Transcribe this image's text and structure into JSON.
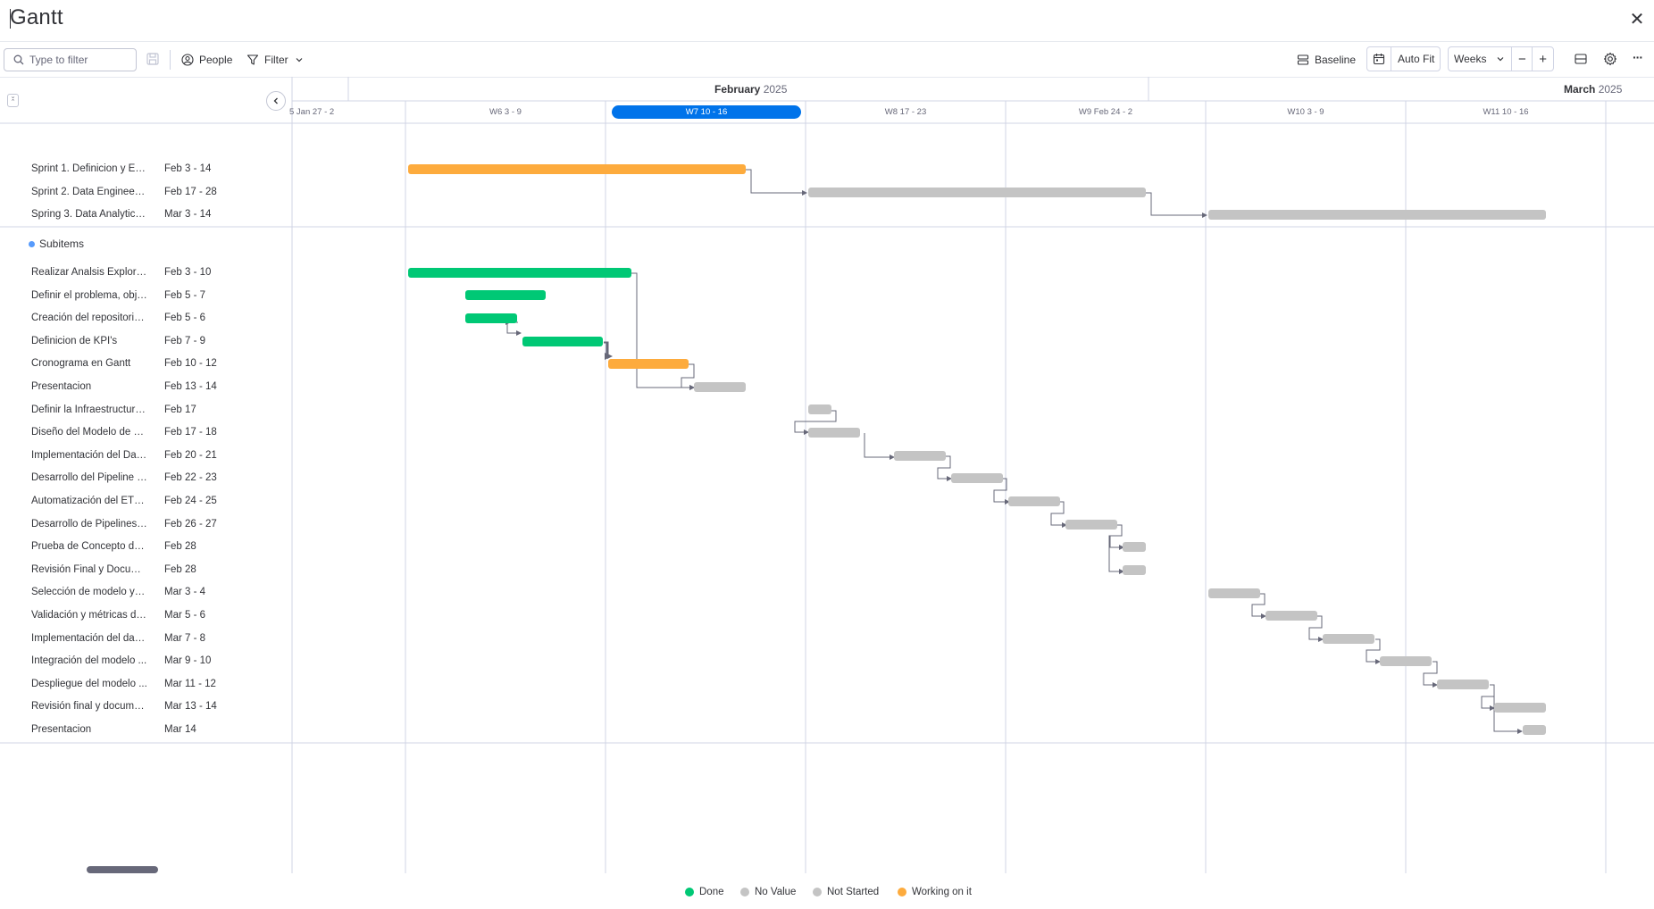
{
  "header": {
    "title": "Gantt",
    "close_label": "✕"
  },
  "toolbar": {
    "filter_placeholder": "Type to filter",
    "people_label": "People",
    "filter_label": "Filter",
    "baseline_label": "Baseline",
    "autofit_label": "Auto Fit",
    "scale_value": "Weeks",
    "zoom_out": "−",
    "zoom_in": "+",
    "more_label": "···"
  },
  "timeline": {
    "months": [
      {
        "name": "February",
        "year": "2025"
      },
      {
        "name": "March",
        "year": "2025"
      }
    ],
    "weeks": [
      "5 Jan 27 - 2",
      "W6 3 - 9",
      "W7 10 - 16",
      "W8 17 - 23",
      "W9 Feb 24 - 2",
      "W10 3 - 9",
      "W11 10 - 16"
    ],
    "current_week_index": 2
  },
  "groups": [
    {
      "items": [
        {
          "name": "Sprint 1. Definicion y Ex...",
          "date": "Feb 3 - 14",
          "status": "Working on it"
        },
        {
          "name": "Sprint 2. Data Engineeri...",
          "date": "Feb 17 - 28",
          "status": "Not Started"
        },
        {
          "name": "Spring 3. Data Analytics ...",
          "date": "Mar 3 - 14",
          "status": "Not Started"
        }
      ]
    },
    {
      "title": "Subitems",
      "items": [
        {
          "name": "Realizar Analsis Explorat...",
          "date": "Feb 3 - 10",
          "status": "Done"
        },
        {
          "name": "Definir el problema, obje...",
          "date": "Feb 5 - 7",
          "status": "Done"
        },
        {
          "name": "Creación del repositorio...",
          "date": "Feb 5 - 6",
          "status": "Done"
        },
        {
          "name": "Definicion de KPI's",
          "date": "Feb 7 - 9",
          "status": "Done"
        },
        {
          "name": "Cronograma en Gantt",
          "date": "Feb 10 - 12",
          "status": "Working on it"
        },
        {
          "name": "Presentacion",
          "date": "Feb 13 - 14",
          "status": "Not Started"
        },
        {
          "name": "Definir la Infraestructura...",
          "date": "Feb 17",
          "status": "Not Started"
        },
        {
          "name": "Diseño del Modelo de D...",
          "date": "Feb 17 - 18",
          "status": "Not Started"
        },
        {
          "name": "Implementación del Dat...",
          "date": "Feb 20 - 21",
          "status": "Not Started"
        },
        {
          "name": "Desarrollo del Pipeline E...",
          "date": "Feb 22 - 23",
          "status": "Not Started"
        },
        {
          "name": "Automatización del ETL ...",
          "date": "Feb 24 - 25",
          "status": "Not Started"
        },
        {
          "name": "Desarrollo de Pipelines p...",
          "date": "Feb 26 - 27",
          "status": "Not Started"
        },
        {
          "name": "Prueba de Concepto del...",
          "date": "Feb 28",
          "status": "Not Started"
        },
        {
          "name": "Revisión Final y Docume...",
          "date": "Feb 28",
          "status": "Not Started"
        },
        {
          "name": "Selección de modelo y f...",
          "date": "Mar 3 - 4",
          "status": "Not Started"
        },
        {
          "name": "Validación y métricas de...",
          "date": "Mar 5 - 6",
          "status": "Not Started"
        },
        {
          "name": "Implementación del das...",
          "date": "Mar 7 - 8",
          "status": "Not Started"
        },
        {
          "name": "Integración del modelo ...",
          "date": "Mar 9 - 10",
          "status": "Not Started"
        },
        {
          "name": "Despliegue del modelo ...",
          "date": "Mar 11 - 12",
          "status": "Not Started"
        },
        {
          "name": "Revisión final y docume...",
          "date": "Mar 13 - 14",
          "status": "Not Started"
        },
        {
          "name": "Presentacion",
          "date": "Mar 14",
          "status": "Not Started"
        }
      ]
    }
  ],
  "legend": [
    {
      "label": "Done",
      "color": "#00c875"
    },
    {
      "label": "No Value",
      "color": "#c4c4c4"
    },
    {
      "label": "Not Started",
      "color": "#c4c4c4"
    },
    {
      "label": "Working on it",
      "color": "#fdab3d"
    }
  ],
  "status_colors": {
    "Done": "#00c875",
    "Working on it": "#fdab3d",
    "Not Started": "#c4c4c4",
    "accent": "#0073ea"
  }
}
